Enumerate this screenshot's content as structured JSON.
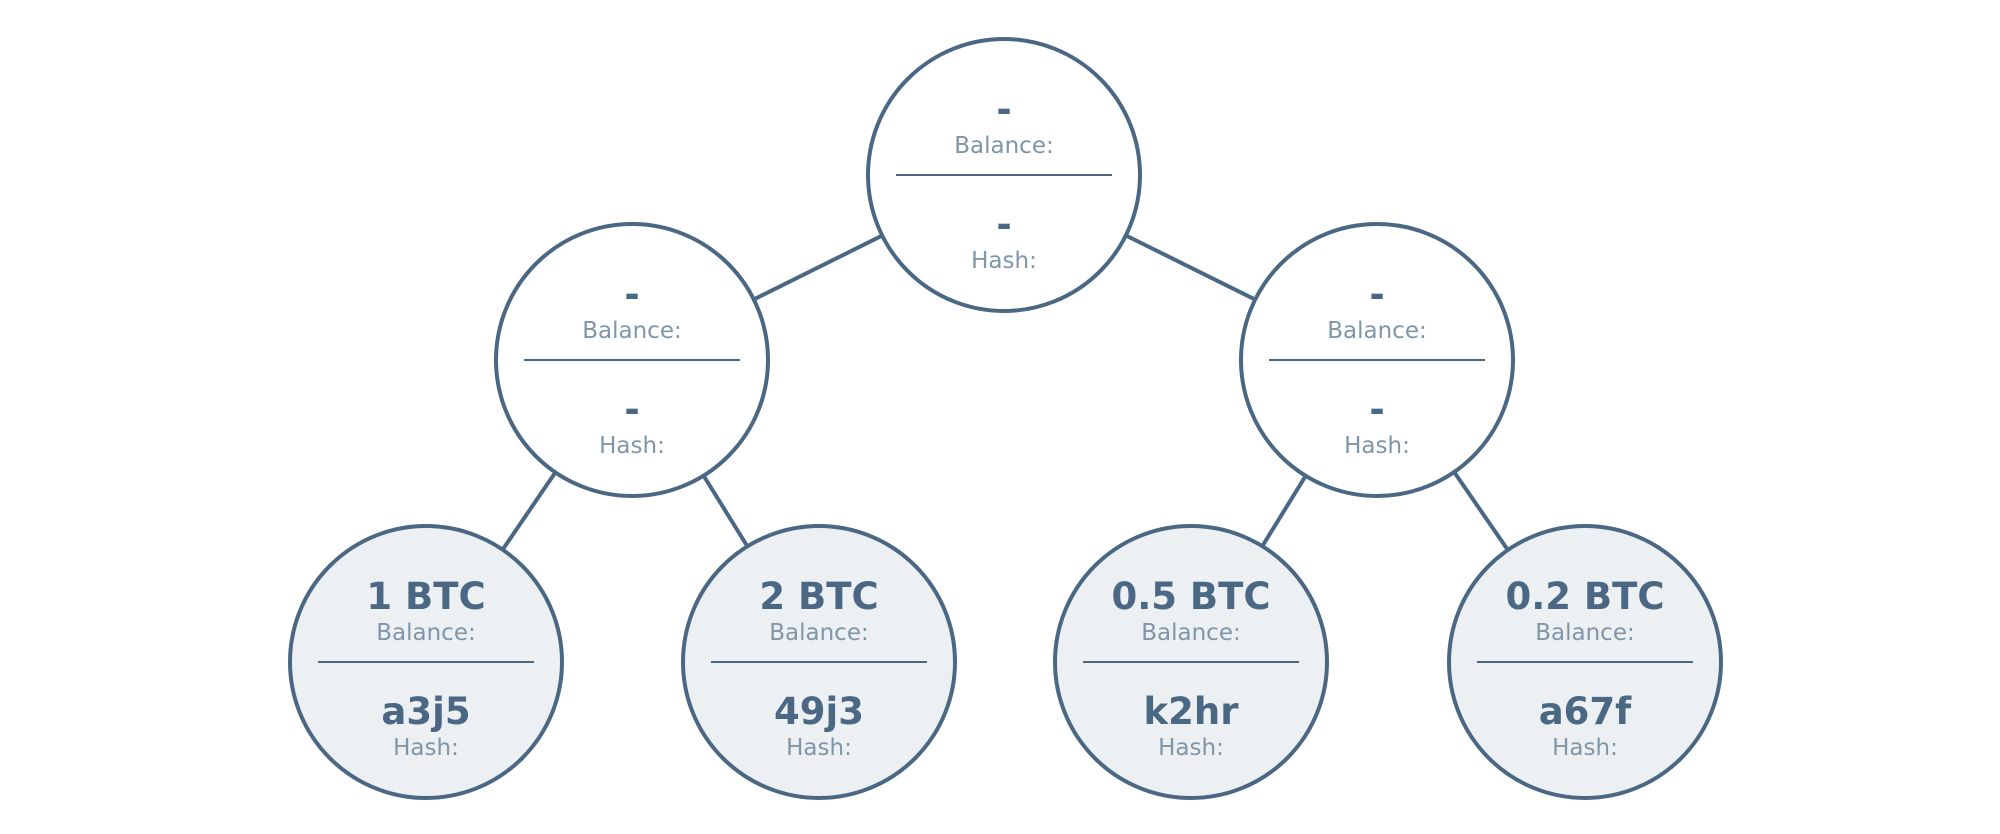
{
  "tree": {
    "balance_label": "Balance:",
    "hash_label": "Hash:",
    "nodes": [
      {
        "id": "root",
        "kind": "internal",
        "balance": "-",
        "hash": "-"
      },
      {
        "id": "left",
        "kind": "internal",
        "balance": "-",
        "hash": "-"
      },
      {
        "id": "right",
        "kind": "internal",
        "balance": "-",
        "hash": "-"
      },
      {
        "id": "leaf-1",
        "kind": "leaf",
        "balance": "1 BTC",
        "hash": "a3j5"
      },
      {
        "id": "leaf-2",
        "kind": "leaf",
        "balance": "2 BTC",
        "hash": "49j3"
      },
      {
        "id": "leaf-3",
        "kind": "leaf",
        "balance": "0.5 BTC",
        "hash": "k2hr"
      },
      {
        "id": "leaf-4",
        "kind": "leaf",
        "balance": "0.2 BTC",
        "hash": "a67f"
      }
    ],
    "edges": [
      [
        "root",
        "left"
      ],
      [
        "root",
        "right"
      ],
      [
        "left",
        "leaf-1"
      ],
      [
        "left",
        "leaf-2"
      ],
      [
        "right",
        "leaf-3"
      ],
      [
        "right",
        "leaf-4"
      ]
    ]
  },
  "colors": {
    "stroke": "#4a6784",
    "leaf_fill": "#edf0f3",
    "internal_fill": "#ffffff",
    "label": "#7f95a8"
  }
}
